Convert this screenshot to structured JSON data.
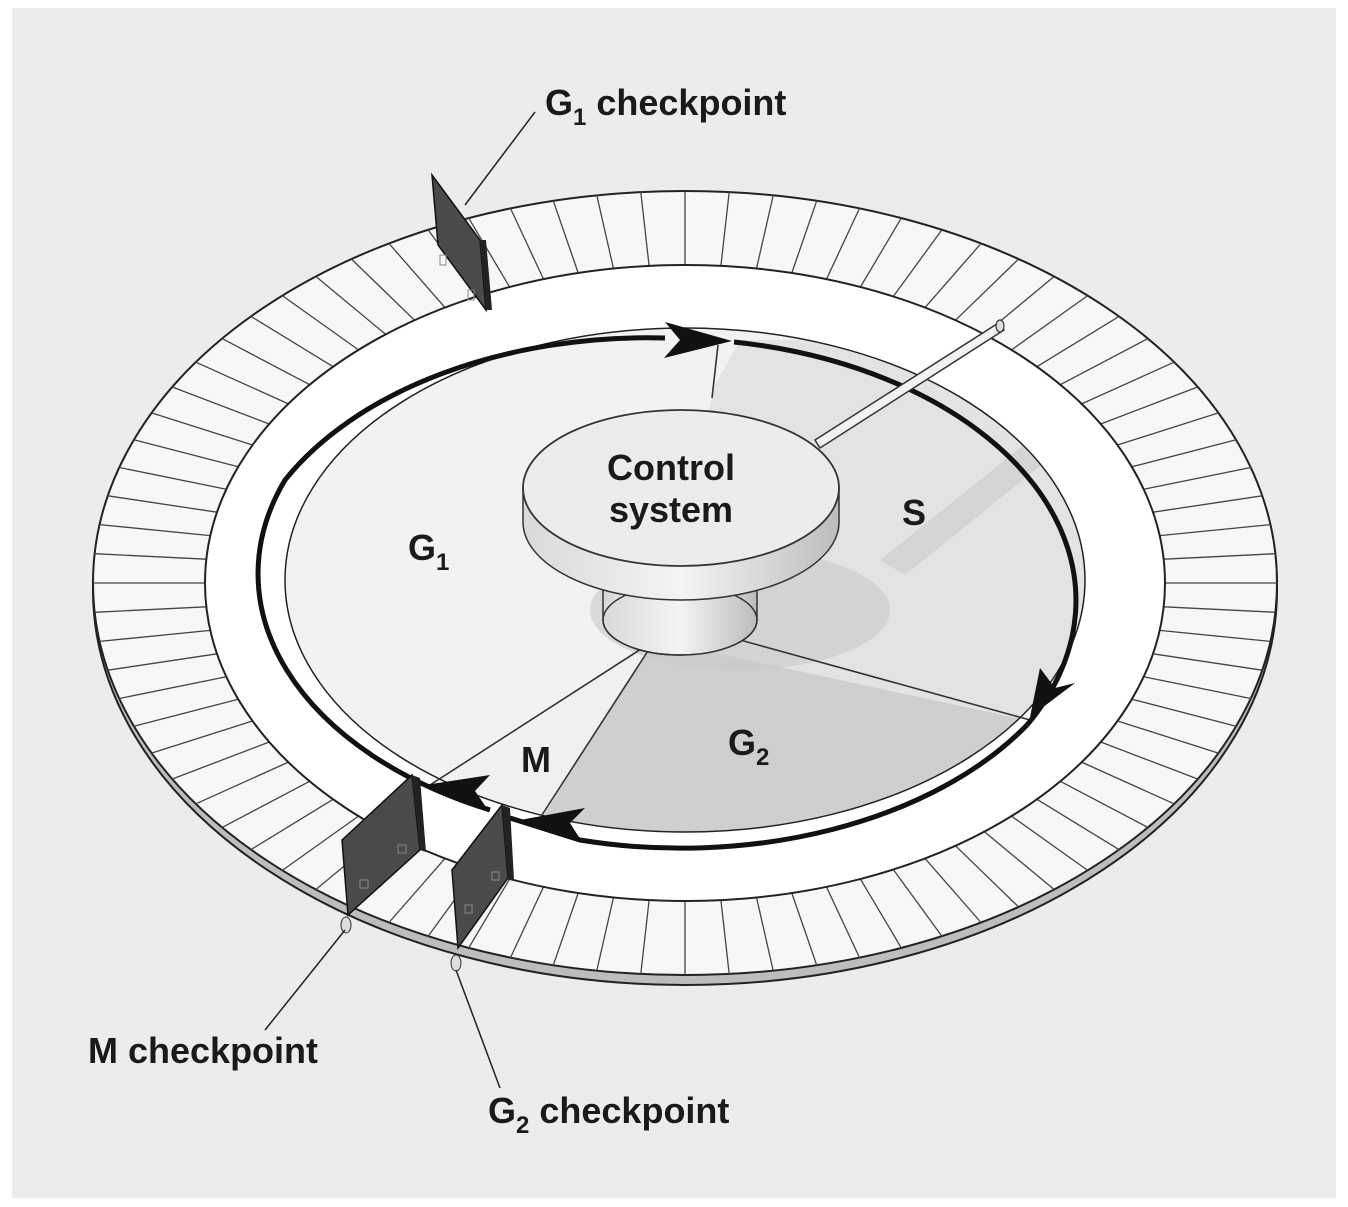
{
  "labels": {
    "g1_checkpoint": {
      "main": "G",
      "sub": "1",
      "rest": " checkpoint"
    },
    "m_checkpoint": "M checkpoint",
    "g2_checkpoint": {
      "main": "G",
      "sub": "2",
      "rest": " checkpoint"
    },
    "control_line1": "Control",
    "control_line2": "system",
    "phase_g1": {
      "main": "G",
      "sub": "1"
    },
    "phase_s": "S",
    "phase_g2": {
      "main": "G",
      "sub": "2"
    },
    "phase_m": "M"
  },
  "colors": {
    "background": "#ececec",
    "ring": "#f7f7f7",
    "track": "#ffffff",
    "g1_sector": "#f2f2f2",
    "s_sector": "#e3e3e3",
    "g2_sector": "#cfcfcf",
    "checkpoint_gate": "#4a4a4a"
  }
}
